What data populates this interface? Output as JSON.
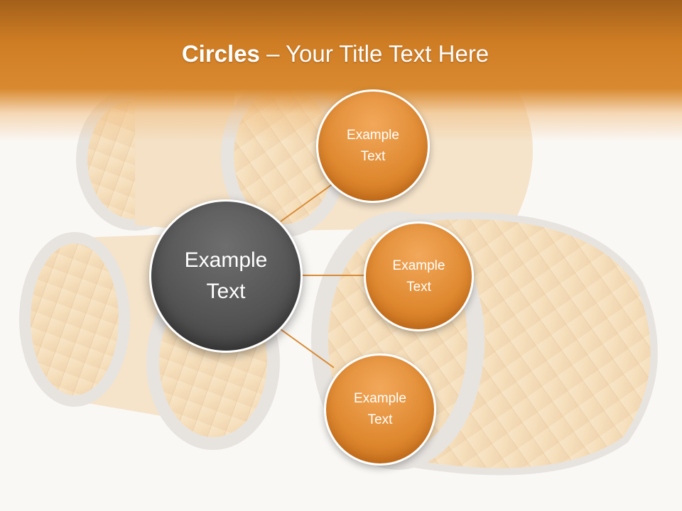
{
  "title": {
    "bold": "Circles",
    "rest": " – Your Title Text Here"
  },
  "center_circle": {
    "label": "Example\nText"
  },
  "satellites": [
    {
      "label": "Example\nText"
    },
    {
      "label": "Example\nText"
    },
    {
      "label": "Example\nText"
    }
  ],
  "colors": {
    "header": "#cf7d24",
    "orange": "#e08a32",
    "gray": "#555555",
    "connector": "#d98a35"
  }
}
